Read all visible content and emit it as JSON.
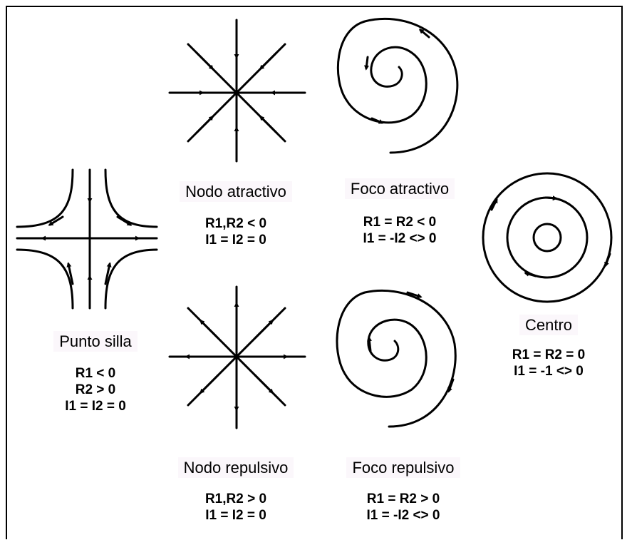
{
  "saddle": {
    "name": "Punto silla",
    "conditions": [
      "R1 < 0",
      "R2 > 0",
      "I1 = I2 = 0"
    ]
  },
  "node_attractive": {
    "name": "Nodo atractivo",
    "conditions": [
      "R1,R2 < 0",
      "I1 = I2 = 0"
    ]
  },
  "focus_attractive": {
    "name": "Foco atractivo",
    "conditions": [
      "R1 = R2 < 0",
      "I1 = -I2 <> 0"
    ]
  },
  "center": {
    "name": "Centro",
    "conditions": [
      "R1 = R2 = 0",
      "I1 = -1 <> 0"
    ]
  },
  "node_repulsive": {
    "name": "Nodo repulsivo",
    "conditions": [
      "R1,R2 > 0",
      "I1 = I2 = 0"
    ]
  },
  "focus_repulsive": {
    "name": "Foco repulsivo",
    "conditions": [
      "R1 = R2 > 0",
      "I1 = -I2 <> 0"
    ]
  }
}
